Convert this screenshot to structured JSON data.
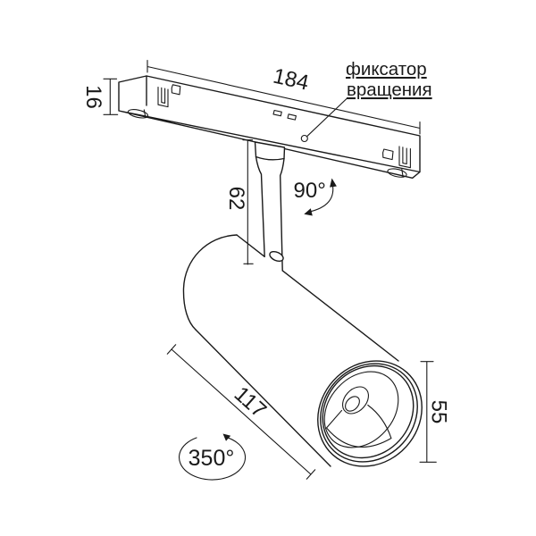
{
  "drawing": {
    "background": "#ffffff",
    "line_color": "#1a1a1a",
    "labels": {
      "track_length": "184",
      "track_height": "16",
      "stem_height": "62",
      "tilt_angle": "90°",
      "body_length": "117",
      "body_diameter": "55",
      "rotation_angle": "350°",
      "callout_line1": "фиксатор",
      "callout_line2": "вращения"
    }
  }
}
